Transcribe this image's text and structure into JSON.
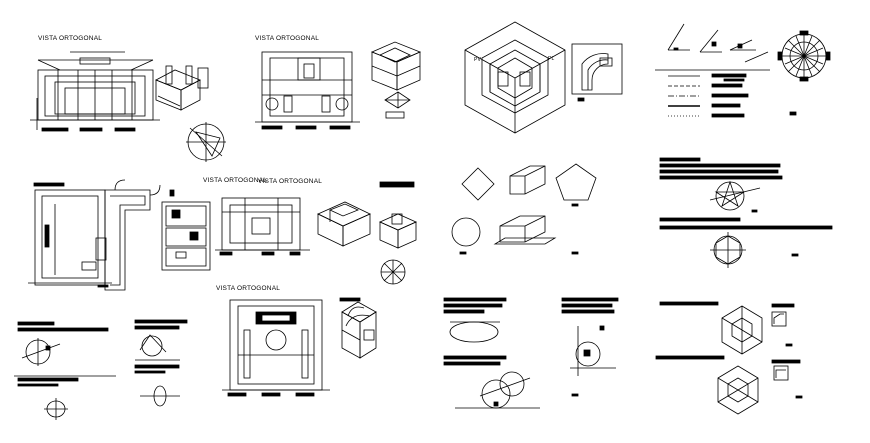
{
  "drawing": {
    "labels": {
      "view_a": "VISTA ORTOGONAL",
      "view_b": "VISTA ORTOGONAL",
      "view_c": "VISTA ORTOGONAL",
      "view_d": "VISTA ORTOGONAL",
      "view_e": "VISTA ORTOGONAL"
    },
    "projection_tags": {
      "left": "PV",
      "right": "PL"
    },
    "ink_color": "#000000",
    "paper_color": "#ffffff"
  }
}
